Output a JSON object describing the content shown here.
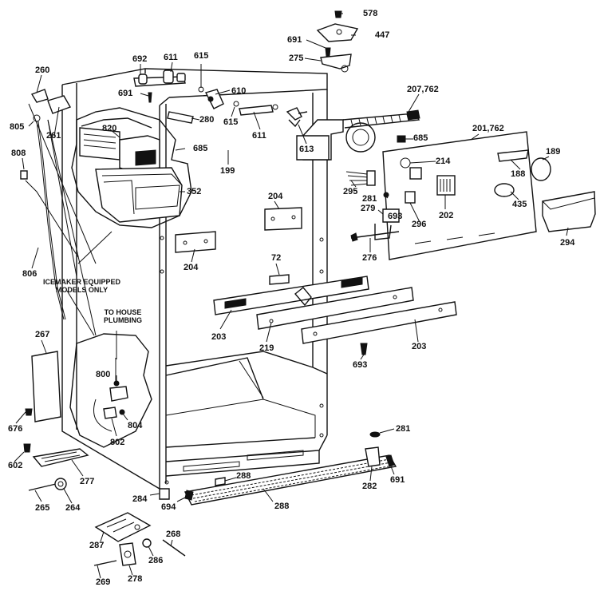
{
  "notes": {
    "icemaker": [
      "ICEMAKER EQUIPPED",
      "MODELS ONLY"
    ],
    "plumbing": [
      "TO HOUSE",
      "PLUMBING"
    ]
  },
  "parts": {
    "p578": "578",
    "p691a": "691",
    "p447": "447",
    "p275": "275",
    "p207": "207,762",
    "p201": "201,762",
    "p189": "189",
    "p188": "188",
    "p435": "435",
    "p294": "294",
    "p214": "214",
    "p685a": "685",
    "p295": "295",
    "p281a": "281",
    "p279": "279",
    "p693a": "693",
    "p296": "296",
    "p202": "202",
    "p276": "276",
    "p613": "613",
    "p611a": "611",
    "p615a": "615",
    "p610": "610",
    "p615b": "615",
    "p611b": "611",
    "p692": "692",
    "p691b": "691",
    "p280": "280",
    "p260": "260",
    "p261": "261",
    "p805": "805",
    "p820": "820",
    "p685b": "685",
    "p199": "199",
    "p808": "808",
    "p352": "352",
    "p204a": "204",
    "p204b": "204",
    "p806": "806",
    "p72": "72",
    "p203a": "203",
    "p219": "219",
    "p203b": "203",
    "p693b": "693",
    "p267": "267",
    "p800": "800",
    "p804": "804",
    "p802": "802",
    "p676": "676",
    "p602": "602",
    "p277": "277",
    "p281b": "281",
    "p282": "282",
    "p691c": "691",
    "p265": "265",
    "p264": "264",
    "p284": "284",
    "p694": "694",
    "p288a": "288",
    "p288b": "288",
    "p287": "287",
    "p268": "268",
    "p286": "286",
    "p269": "269",
    "p278": "278"
  }
}
